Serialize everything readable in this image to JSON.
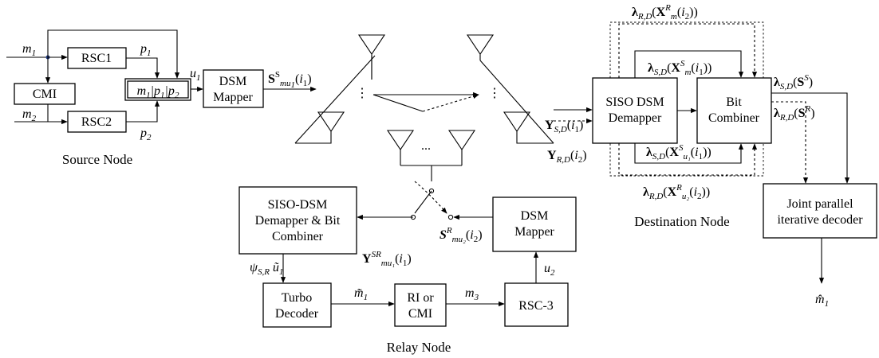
{
  "blocks": {
    "rsc1": "RSC1",
    "rsc2": "RSC2",
    "cmi": "CMI",
    "concat": "m₁|p₁|p₂",
    "dsm_mapper_src": [
      "DSM",
      "Mapper"
    ],
    "siso_dsm_demapper": [
      "SISO DSM",
      "Demapper"
    ],
    "bit_combiner": [
      "Bit",
      "Combiner"
    ],
    "joint_decoder": [
      "Joint parallel",
      "iterative decoder"
    ],
    "relay_demapper": [
      "SISO-DSM",
      "Demapper & Bit",
      "Combiner"
    ],
    "relay_dsm_mapper": [
      "DSM",
      "Mapper"
    ],
    "turbo_decoder": [
      "Turbo",
      "Decoder"
    ],
    "ri_cmi": [
      "RI or",
      "CMI"
    ],
    "rsc3": "RSC-3"
  },
  "node_labels": {
    "source": "Source Node",
    "relay": "Relay Node",
    "destination": "Destination Node"
  },
  "signals": {
    "m1_in": "m₁",
    "m2": "m₂",
    "p1": "p₁",
    "p2": "p₂",
    "u1": "u₁",
    "u2": "u₂",
    "m3": "m₃",
    "m1_tilde": "m̃₁",
    "m1_hat": "m̂₁",
    "psi_u1": "ψS,R ũ₁",
    "s_mu1": "Sˢmu₁(i₁)",
    "y_sd": "YS,D(i₁)",
    "y_rd": "YR,D(i₂)",
    "y_sr": "Yˢᴿmu₁(i₁)",
    "s_r_mu2": "Sᴿmu₂(i₂)",
    "lambda_rd_xm": "λR,D(Xᴿm(i₂))",
    "lambda_sd_xm": "λS,D(Xˢm(i₁))",
    "lambda_sd_xu1": "λS,D(Xˢu₁(i₁))",
    "lambda_rd_xu2": "λR,D(Xᴿu₂(i₂))",
    "lambda_sd_ss": "λS,D(Sˢ)",
    "lambda_rd_sr": "λR,D(Sᴿ)"
  },
  "ellipsis": {
    "vertical": "⋮",
    "horizontal": "..."
  }
}
